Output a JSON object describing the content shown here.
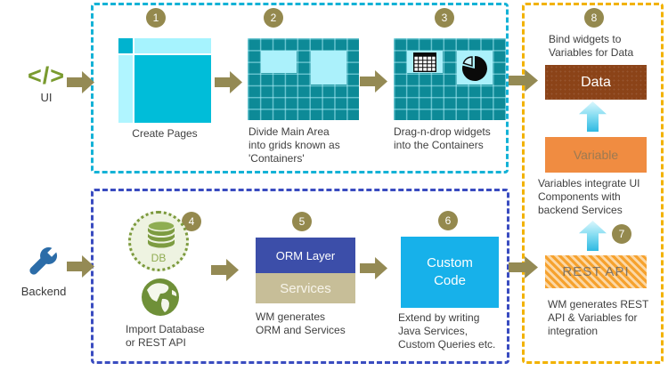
{
  "colors": {
    "olive_accent": "#94894e",
    "ui_lane_border": "#14b2d6",
    "backend_lane_border": "#3a4cc0",
    "bind_column_border": "#f2b200",
    "teal_grid": "#0d8a97",
    "light_container": "#abf1fb",
    "data_box": "#8b4318",
    "variable_box": "#f08c41",
    "rest_stripe": "#f6a22e",
    "orm_box": "#3c4ea9",
    "services_box": "#c7be98",
    "custom_code_box": "#17b1ea",
    "db_green": "#7d9c41",
    "wrench_blue": "#2b6ca8"
  },
  "left_rail": {
    "ui_icon_glyph": "</>",
    "ui_label": "UI",
    "backend_label": "Backend"
  },
  "ui_lane": {
    "steps": [
      {
        "number": "1",
        "caption": "Create Pages"
      },
      {
        "number": "2",
        "caption": "Divide Main Area\ninto grids known as\n'Containers'"
      },
      {
        "number": "3",
        "caption": "Drag-n-drop widgets\ninto the Containers"
      }
    ]
  },
  "backend_lane": {
    "steps": [
      {
        "number": "4",
        "db_badge": "DB",
        "caption": "Import Database\nor REST API"
      },
      {
        "number": "5",
        "orm_label": "ORM Layer",
        "services_label": "Services",
        "caption": "WM generates\nORM and Services"
      },
      {
        "number": "6",
        "box_label": "Custom\nCode",
        "caption": "Extend by writing\nJava Services,\nCustom Queries etc."
      }
    ]
  },
  "bind_column": {
    "top": {
      "number": "8",
      "caption": "Bind widgets to\nVariables for Data",
      "data_label": "Data",
      "variable_label": "Variable"
    },
    "middle_caption": "Variables integrate UI\nComponents with\nbackend Services",
    "bottom": {
      "number": "7",
      "rest_label": "REST API",
      "caption": "WM generates REST\nAPI & Variables for\nintegration"
    }
  }
}
